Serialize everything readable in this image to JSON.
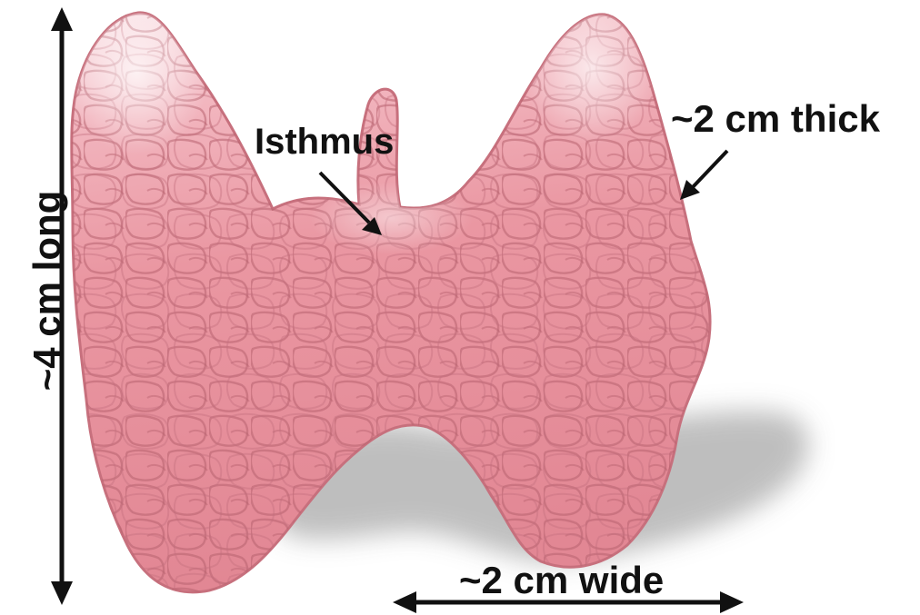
{
  "labels": {
    "isthmus": "Isthmus",
    "thickness": "~2 cm thick",
    "width": "~2 cm wide",
    "length": "~4 cm long"
  },
  "colors": {
    "tissue_base": "#e9939d",
    "tissue_light": "#f7d4d9",
    "tissue_dark": "#c9707d",
    "lobule_line": "#b5606c",
    "shadow": "#bdbdbd",
    "arrow": "#111111"
  }
}
